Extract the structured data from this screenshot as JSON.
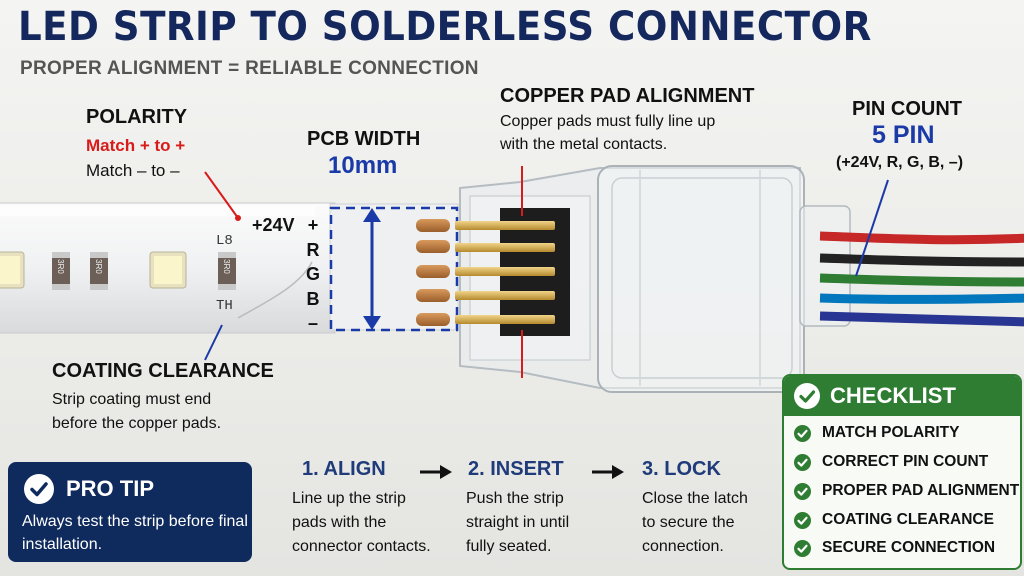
{
  "title": "LED STRIP TO SOLDERLESS CONNECTOR",
  "subtitle": "PROPER ALIGNMENT = RELIABLE CONNECTION",
  "polarity": {
    "heading": "POLARITY",
    "line1": "Match + to +",
    "line2": "Match – to –"
  },
  "pcb_width": {
    "heading": "PCB WIDTH",
    "value": "10mm"
  },
  "copper_pad": {
    "heading": "COPPER PAD ALIGNMENT",
    "line1": "Copper pads must fully line up",
    "line2": "with the metal contacts."
  },
  "pin_count": {
    "heading": "PIN COUNT",
    "value": "5 PIN",
    "detail": "(+24V, R, G, B, –)"
  },
  "strip": {
    "voltage_label": "+24V",
    "pad_labels": [
      "+",
      "R",
      "G",
      "B",
      "–"
    ],
    "chip_marks": [
      "L8",
      "TH"
    ],
    "resistor_code": "3R0"
  },
  "coating": {
    "heading": "COATING CLEARANCE",
    "line1": "Strip coating must end",
    "line2": "before the copper pads."
  },
  "pro_tip": {
    "heading": "PRO TIP",
    "text": "Always test the strip before final installation."
  },
  "steps": [
    {
      "title": "1. ALIGN",
      "line1": "Line up the strip",
      "line2": "pads with the",
      "line3": "connector contacts."
    },
    {
      "title": "2. INSERT",
      "line1": "Push the strip",
      "line2": "straight in until",
      "line3": "fully seated."
    },
    {
      "title": "3. LOCK",
      "line1": "Close the latch",
      "line2": "to secure the",
      "line3": "connection."
    }
  ],
  "checklist": {
    "heading": "CHECKLIST",
    "items": [
      "MATCH POLARITY",
      "CORRECT PIN COUNT",
      "PROPER PAD ALIGNMENT",
      "COATING CLEARANCE",
      "SECURE CONNECTION"
    ]
  },
  "colors": {
    "title": "#14285e",
    "accent_blue": "#1a3aa8",
    "polarity_red": "#d81b1b",
    "copper": "#b8793f",
    "checklist_green": "#2e7d32",
    "pro_tip_navy": "#0f2a5c",
    "wires": [
      "#c62828",
      "#222222",
      "#2e7d32",
      "#0277bd",
      "#283593"
    ]
  },
  "icons": [
    "check-circle-icon",
    "arrow-right-icon"
  ]
}
